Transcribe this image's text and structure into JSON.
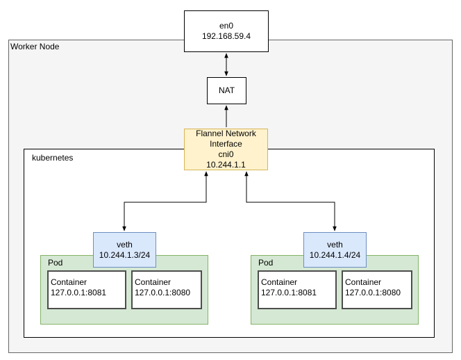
{
  "worker_node": {
    "label": "Worker Node"
  },
  "kubernetes": {
    "label": "kubernetes"
  },
  "en0": {
    "name": "en0",
    "ip": "192.168.59.4"
  },
  "nat": {
    "label": "NAT"
  },
  "flannel": {
    "line1": "Flannel Network",
    "line2": "Interface",
    "line3": "cni0",
    "ip": "10.244.1.1"
  },
  "pods": [
    {
      "label": "Pod",
      "veth": {
        "name": "veth",
        "ip": "10.244.1.3/24"
      },
      "containers": [
        {
          "name": "Container",
          "addr": "127.0.0.1:8081"
        },
        {
          "name": "Container",
          "addr": "127.0.0.1:8080"
        }
      ]
    },
    {
      "label": "Pod",
      "veth": {
        "name": "veth",
        "ip": "10.244.1.4/24"
      },
      "containers": [
        {
          "name": "Container",
          "addr": "127.0.0.1:8081"
        },
        {
          "name": "Container",
          "addr": "127.0.0.1:8080"
        }
      ]
    }
  ],
  "colors": {
    "pod_fill": "#d5e8d4",
    "pod_stroke": "#82b366",
    "veth_fill": "#dae8fc",
    "veth_stroke": "#6c8ebf",
    "flannel_fill": "#fff2cc",
    "flannel_stroke": "#d6b656",
    "worker_fill": "#f5f5f5"
  }
}
